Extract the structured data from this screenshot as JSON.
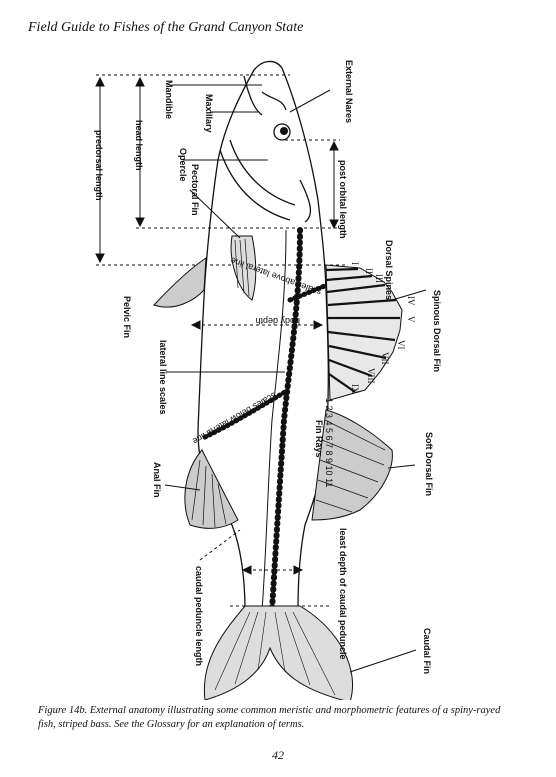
{
  "header": "Field Guide to Fishes of the Grand Canyon State",
  "labels": {
    "external_nares": "External Nares",
    "mandible": "Mandible",
    "maxillary": "Maxillary",
    "opercle": "Opercle",
    "pectoral_fin": "Pectoral Fin",
    "post_orbital_length": "post orbital length",
    "dorsal_spines": "Dorsal Spines",
    "spinous_dorsal_fin": "Spinous Dorsal Fin",
    "lateral_line_above": "scales above lateral line",
    "body_depth": "body depth",
    "lateral_line_scales": "lateral line scales",
    "pelvic_fin": "Pelvic Fin",
    "scales_below": "scales below lateral line",
    "fin_rays": "Fin Rays",
    "soft_dorsal_fin": "Soft Dorsal Fin",
    "anal_fin": "Anal Fin",
    "least_depth": "least depth of caudal peduncle",
    "caudal_peduncle_length": "caudal peduncle length",
    "caudal_fin": "Caudal Fin",
    "head_length": "head length",
    "predorsal_length": "predorsal length"
  },
  "spine_numerals": [
    "I",
    "II",
    "III",
    "IV",
    "V",
    "VI",
    "VII",
    "VIII",
    "IX"
  ],
  "ray_numbers": "1 2 3 4 5 6 7 8 9 10 11",
  "caption": "Figure 14b. External anatomy illustrating some common meristic and morphometric features of a spiny-rayed fish, striped bass. See the Glossary for an explanation of terms.",
  "page_number": "42"
}
